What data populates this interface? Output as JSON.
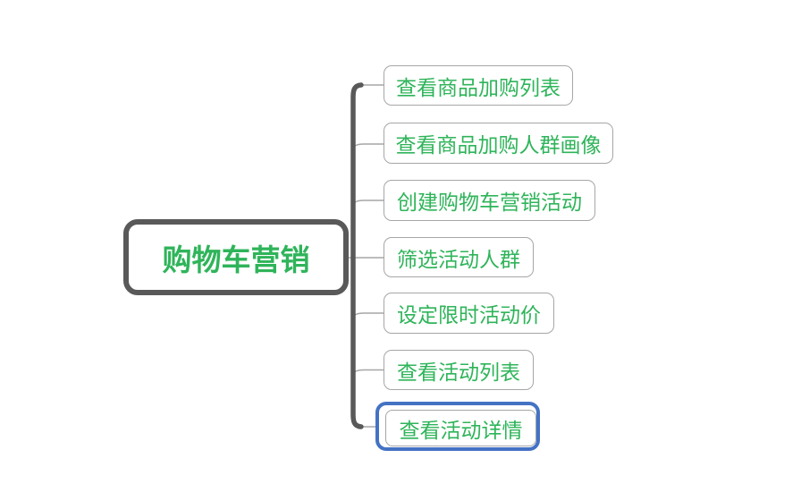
{
  "root": {
    "label": "购物车营销"
  },
  "children": [
    {
      "label": "查看商品加购列表",
      "selected": false
    },
    {
      "label": "查看商品加购人群画像",
      "selected": false
    },
    {
      "label": "创建购物车营销活动",
      "selected": false
    },
    {
      "label": "筛选活动人群",
      "selected": false
    },
    {
      "label": "设定限时活动价",
      "selected": false
    },
    {
      "label": "查看活动列表",
      "selected": false
    },
    {
      "label": "查看活动详情",
      "selected": true
    }
  ],
  "colors": {
    "node_text_green": "#2FB45A",
    "branch_border_gray": "#A6A6A6",
    "trunk_dark_gray": "#595959",
    "selection_blue": "#4472C4",
    "background": "#FFFFFF"
  }
}
